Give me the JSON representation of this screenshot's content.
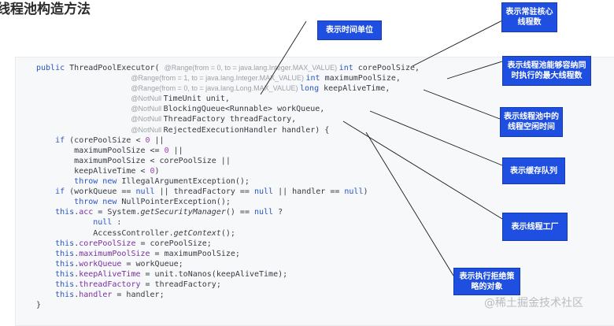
{
  "page": {
    "title": "线程池构造方法"
  },
  "code_lines": [
    [
      {
        "t": "public ",
        "c": "kw"
      },
      {
        "t": "ThreadPoolExecutor( ",
        "c": ""
      },
      {
        "t": "@Range(from = 0, to = java.lang.Integer.MAX_VALUE) ",
        "c": "ann"
      },
      {
        "t": "int ",
        "c": "kw"
      },
      {
        "t": "corePoolSize,",
        "c": ""
      }
    ],
    [
      {
        "t": "                    ",
        "c": ""
      },
      {
        "t": "@Range(from = 1, to = java.lang.Integer.MAX_VALUE) ",
        "c": "ann"
      },
      {
        "t": "int ",
        "c": "kw"
      },
      {
        "t": "maximumPoolSize,",
        "c": ""
      }
    ],
    [
      {
        "t": "                    ",
        "c": ""
      },
      {
        "t": "@Range(from = 0, to = java.lang.Long.MAX_VALUE) ",
        "c": "ann"
      },
      {
        "t": "long ",
        "c": "kw"
      },
      {
        "t": "keepAliveTime,",
        "c": ""
      }
    ],
    [
      {
        "t": "                    ",
        "c": ""
      },
      {
        "t": "@NotNull ",
        "c": "ann"
      },
      {
        "t": "TimeUnit unit,",
        "c": ""
      }
    ],
    [
      {
        "t": "                    ",
        "c": ""
      },
      {
        "t": "@NotNull ",
        "c": "ann"
      },
      {
        "t": "BlockingQueue<Runnable> workQueue,",
        "c": ""
      }
    ],
    [
      {
        "t": "                    ",
        "c": ""
      },
      {
        "t": "@NotNull ",
        "c": "ann"
      },
      {
        "t": "ThreadFactory threadFactory,",
        "c": ""
      }
    ],
    [
      {
        "t": "                    ",
        "c": ""
      },
      {
        "t": "@NotNull ",
        "c": "ann"
      },
      {
        "t": "RejectedExecutionHandler handler) {",
        "c": ""
      }
    ],
    [
      {
        "t": "    ",
        "c": ""
      },
      {
        "t": "if ",
        "c": "kw"
      },
      {
        "t": "(corePoolSize < ",
        "c": ""
      },
      {
        "t": "0",
        "c": "lit"
      },
      {
        "t": " ||",
        "c": ""
      }
    ],
    [
      {
        "t": "        maximumPoolSize <= ",
        "c": ""
      },
      {
        "t": "0",
        "c": "lit"
      },
      {
        "t": " ||",
        "c": ""
      }
    ],
    [
      {
        "t": "        maximumPoolSize < corePoolSize ||",
        "c": ""
      }
    ],
    [
      {
        "t": "        keepAliveTime < ",
        "c": ""
      },
      {
        "t": "0",
        "c": "lit"
      },
      {
        "t": ")",
        "c": ""
      }
    ],
    [
      {
        "t": "        ",
        "c": ""
      },
      {
        "t": "throw new ",
        "c": "kw"
      },
      {
        "t": "IllegalArgumentException();",
        "c": ""
      }
    ],
    [
      {
        "t": "    ",
        "c": ""
      },
      {
        "t": "if ",
        "c": "kw"
      },
      {
        "t": "(workQueue == ",
        "c": ""
      },
      {
        "t": "null",
        "c": "kw"
      },
      {
        "t": " || threadFactory == ",
        "c": ""
      },
      {
        "t": "null",
        "c": "kw"
      },
      {
        "t": " || handler == ",
        "c": ""
      },
      {
        "t": "null",
        "c": "kw"
      },
      {
        "t": ")",
        "c": ""
      }
    ],
    [
      {
        "t": "        ",
        "c": ""
      },
      {
        "t": "throw new ",
        "c": "kw"
      },
      {
        "t": "NullPointerException();",
        "c": ""
      }
    ],
    [
      {
        "t": "    ",
        "c": ""
      },
      {
        "t": "this",
        "c": "kw"
      },
      {
        "t": ".",
        "c": ""
      },
      {
        "t": "acc",
        "c": "fld"
      },
      {
        "t": " = System.",
        "c": ""
      },
      {
        "t": "getSecurityManager",
        "c": "it"
      },
      {
        "t": "() == ",
        "c": ""
      },
      {
        "t": "null",
        "c": "kw"
      },
      {
        "t": " ?",
        "c": ""
      }
    ],
    [
      {
        "t": "            ",
        "c": ""
      },
      {
        "t": "null",
        "c": "kw"
      },
      {
        "t": " :",
        "c": ""
      }
    ],
    [
      {
        "t": "            AccessController.",
        "c": ""
      },
      {
        "t": "getContext",
        "c": "it"
      },
      {
        "t": "();",
        "c": ""
      }
    ],
    [
      {
        "t": "    ",
        "c": ""
      },
      {
        "t": "this",
        "c": "kw"
      },
      {
        "t": ".",
        "c": ""
      },
      {
        "t": "corePoolSize",
        "c": "fld"
      },
      {
        "t": " = corePoolSize;",
        "c": ""
      }
    ],
    [
      {
        "t": "    ",
        "c": ""
      },
      {
        "t": "this",
        "c": "kw"
      },
      {
        "t": ".",
        "c": ""
      },
      {
        "t": "maximumPoolSize",
        "c": "fld"
      },
      {
        "t": " = maximumPoolSize;",
        "c": ""
      }
    ],
    [
      {
        "t": "    ",
        "c": ""
      },
      {
        "t": "this",
        "c": "kw"
      },
      {
        "t": ".",
        "c": ""
      },
      {
        "t": "workQueue",
        "c": "fld"
      },
      {
        "t": " = workQueue;",
        "c": ""
      }
    ],
    [
      {
        "t": "    ",
        "c": ""
      },
      {
        "t": "this",
        "c": "kw"
      },
      {
        "t": ".",
        "c": ""
      },
      {
        "t": "keepAliveTime",
        "c": "fld"
      },
      {
        "t": " = unit.toNanos(keepAliveTime);",
        "c": ""
      }
    ],
    [
      {
        "t": "    ",
        "c": ""
      },
      {
        "t": "this",
        "c": "kw"
      },
      {
        "t": ".",
        "c": ""
      },
      {
        "t": "threadFactory",
        "c": "fld"
      },
      {
        "t": " = threadFactory;",
        "c": ""
      }
    ],
    [
      {
        "t": "    ",
        "c": ""
      },
      {
        "t": "this",
        "c": "kw"
      },
      {
        "t": ".",
        "c": ""
      },
      {
        "t": "handler",
        "c": "fld"
      },
      {
        "t": " = handler;",
        "c": ""
      }
    ],
    [
      {
        "t": "}",
        "c": ""
      }
    ]
  ],
  "callouts": {
    "core_pool_size": "表示常驻核心线程数",
    "time_unit": "表示时间单位",
    "max_pool_size": "表示线程池能够容纳同时执行的最大线程数",
    "keep_alive": "表示线程池中的线程空闲时间",
    "work_queue": "表示缓存队列",
    "thread_factory": "表示线程工厂",
    "handler": "表示执行拒绝策略的对象"
  },
  "watermark": "@稀土掘金技术社区",
  "colors": {
    "callout_bg": "#1f4fe0",
    "connector": "#1b1b1b",
    "keyword": "#2a54c4",
    "annotation": "#9da2a8"
  }
}
